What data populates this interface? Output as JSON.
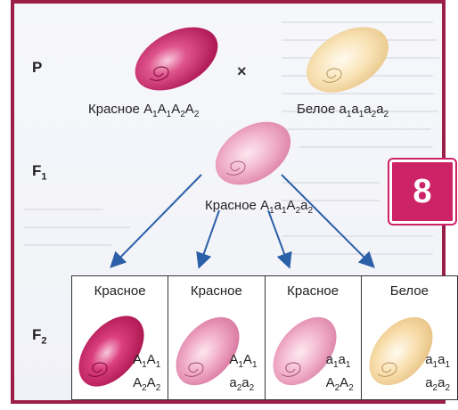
{
  "badge": "8",
  "labels": {
    "p": "P",
    "cross": "×",
    "f1": "F",
    "f1_sub": "1",
    "f2": "F",
    "f2_sub": "2"
  },
  "parents": {
    "left": {
      "phenotype": "Красное",
      "genotype": [
        "A",
        "1",
        "A",
        "1",
        "A",
        "2",
        "A",
        "2"
      ]
    },
    "right": {
      "phenotype": "Белое",
      "genotype": [
        "a",
        "1",
        "a",
        "1",
        "a",
        "2",
        "a",
        "2"
      ]
    }
  },
  "f1": {
    "phenotype": "Красное",
    "genotype": [
      "A",
      "1",
      "a",
      "1",
      "A",
      "2",
      "a",
      "2"
    ]
  },
  "f2": [
    {
      "phenotype": "Красное",
      "line1": [
        "A",
        "1",
        "A",
        "1"
      ],
      "line2": [
        "A",
        "2",
        "A",
        "2"
      ]
    },
    {
      "phenotype": "Красное",
      "line1": [
        "A",
        "1",
        "A",
        "1"
      ],
      "line2": [
        "a",
        "2",
        "a",
        "2"
      ]
    },
    {
      "phenotype": "Красное",
      "line1": [
        "a",
        "1",
        "a",
        "1"
      ],
      "line2": [
        "A",
        "2",
        "A",
        "2"
      ]
    },
    {
      "phenotype": "Белое",
      "line1": [
        "a",
        "1",
        "a",
        "1"
      ],
      "line2": [
        "a",
        "2",
        "a",
        "2"
      ]
    }
  ],
  "colors": {
    "frame": "#9b1f47",
    "badge": "#cc2366",
    "arrow": "#2b5fa8",
    "grain_dark_red": "#c0155a",
    "grain_medium_red": "#e8a0bf",
    "grain_light_red": "#f2b8cf",
    "grain_white": "#f6dca8"
  }
}
